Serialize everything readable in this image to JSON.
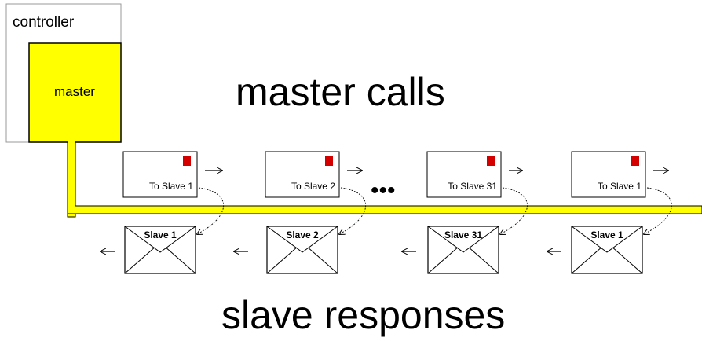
{
  "controller": {
    "label": "controller",
    "master_label": "master"
  },
  "headings": {
    "top": "master calls",
    "bottom": "slave responses"
  },
  "ellipsis": "•••",
  "calls": [
    {
      "label": "To Slave 1"
    },
    {
      "label": "To Slave 2"
    },
    {
      "label": "To Slave 31"
    },
    {
      "label": "To Slave 1"
    }
  ],
  "responses": [
    {
      "label": "Slave 1"
    },
    {
      "label": "Slave 2"
    },
    {
      "label": "Slave 31"
    },
    {
      "label": "Slave 1"
    }
  ],
  "colors": {
    "bus": "#ffff00",
    "master_fill": "#ffff00",
    "stamp": "#d40000",
    "stroke": "#000000"
  }
}
